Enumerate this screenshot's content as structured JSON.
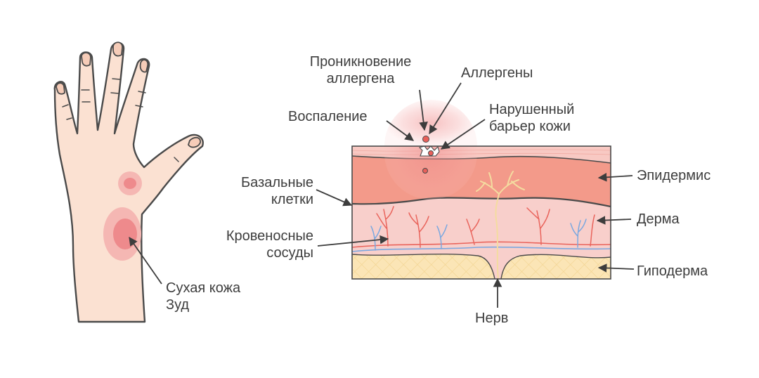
{
  "labels": {
    "penetration_line1": "Проникновение",
    "penetration_line2": "аллергена",
    "allergens": "Аллергены",
    "inflammation": "Воспаление",
    "barrier_line1": "Нарушенный",
    "barrier_line2": "барьер кожи",
    "basal_line1": "Базальные",
    "basal_line2": "клетки",
    "vessels_line1": "Кровеносные",
    "vessels_line2": "сосуды",
    "epidermis": "Эпидермис",
    "dermis": "Дерма",
    "hypodermis": "Гиподерма",
    "nerve": "Нерв",
    "dry_skin": "Сухая кожа",
    "itch": "Зуд"
  },
  "colors": {
    "skin": "#fbe1d2",
    "skin_outline": "#4a4a4a",
    "rash": "#f3a6a4",
    "rash_core": "#ee8a8c",
    "epidermis": "#f39a8a",
    "stratum_corneum": "#f8c9c3",
    "dermis": "#f8cfcb",
    "hypodermis": "#fbe5b6",
    "vessel_red": "#e9645c",
    "vessel_blue": "#7aa8e0",
    "nerve": "#f4dca0",
    "allergen": "#e9605a",
    "text": "#3d3d3d"
  }
}
